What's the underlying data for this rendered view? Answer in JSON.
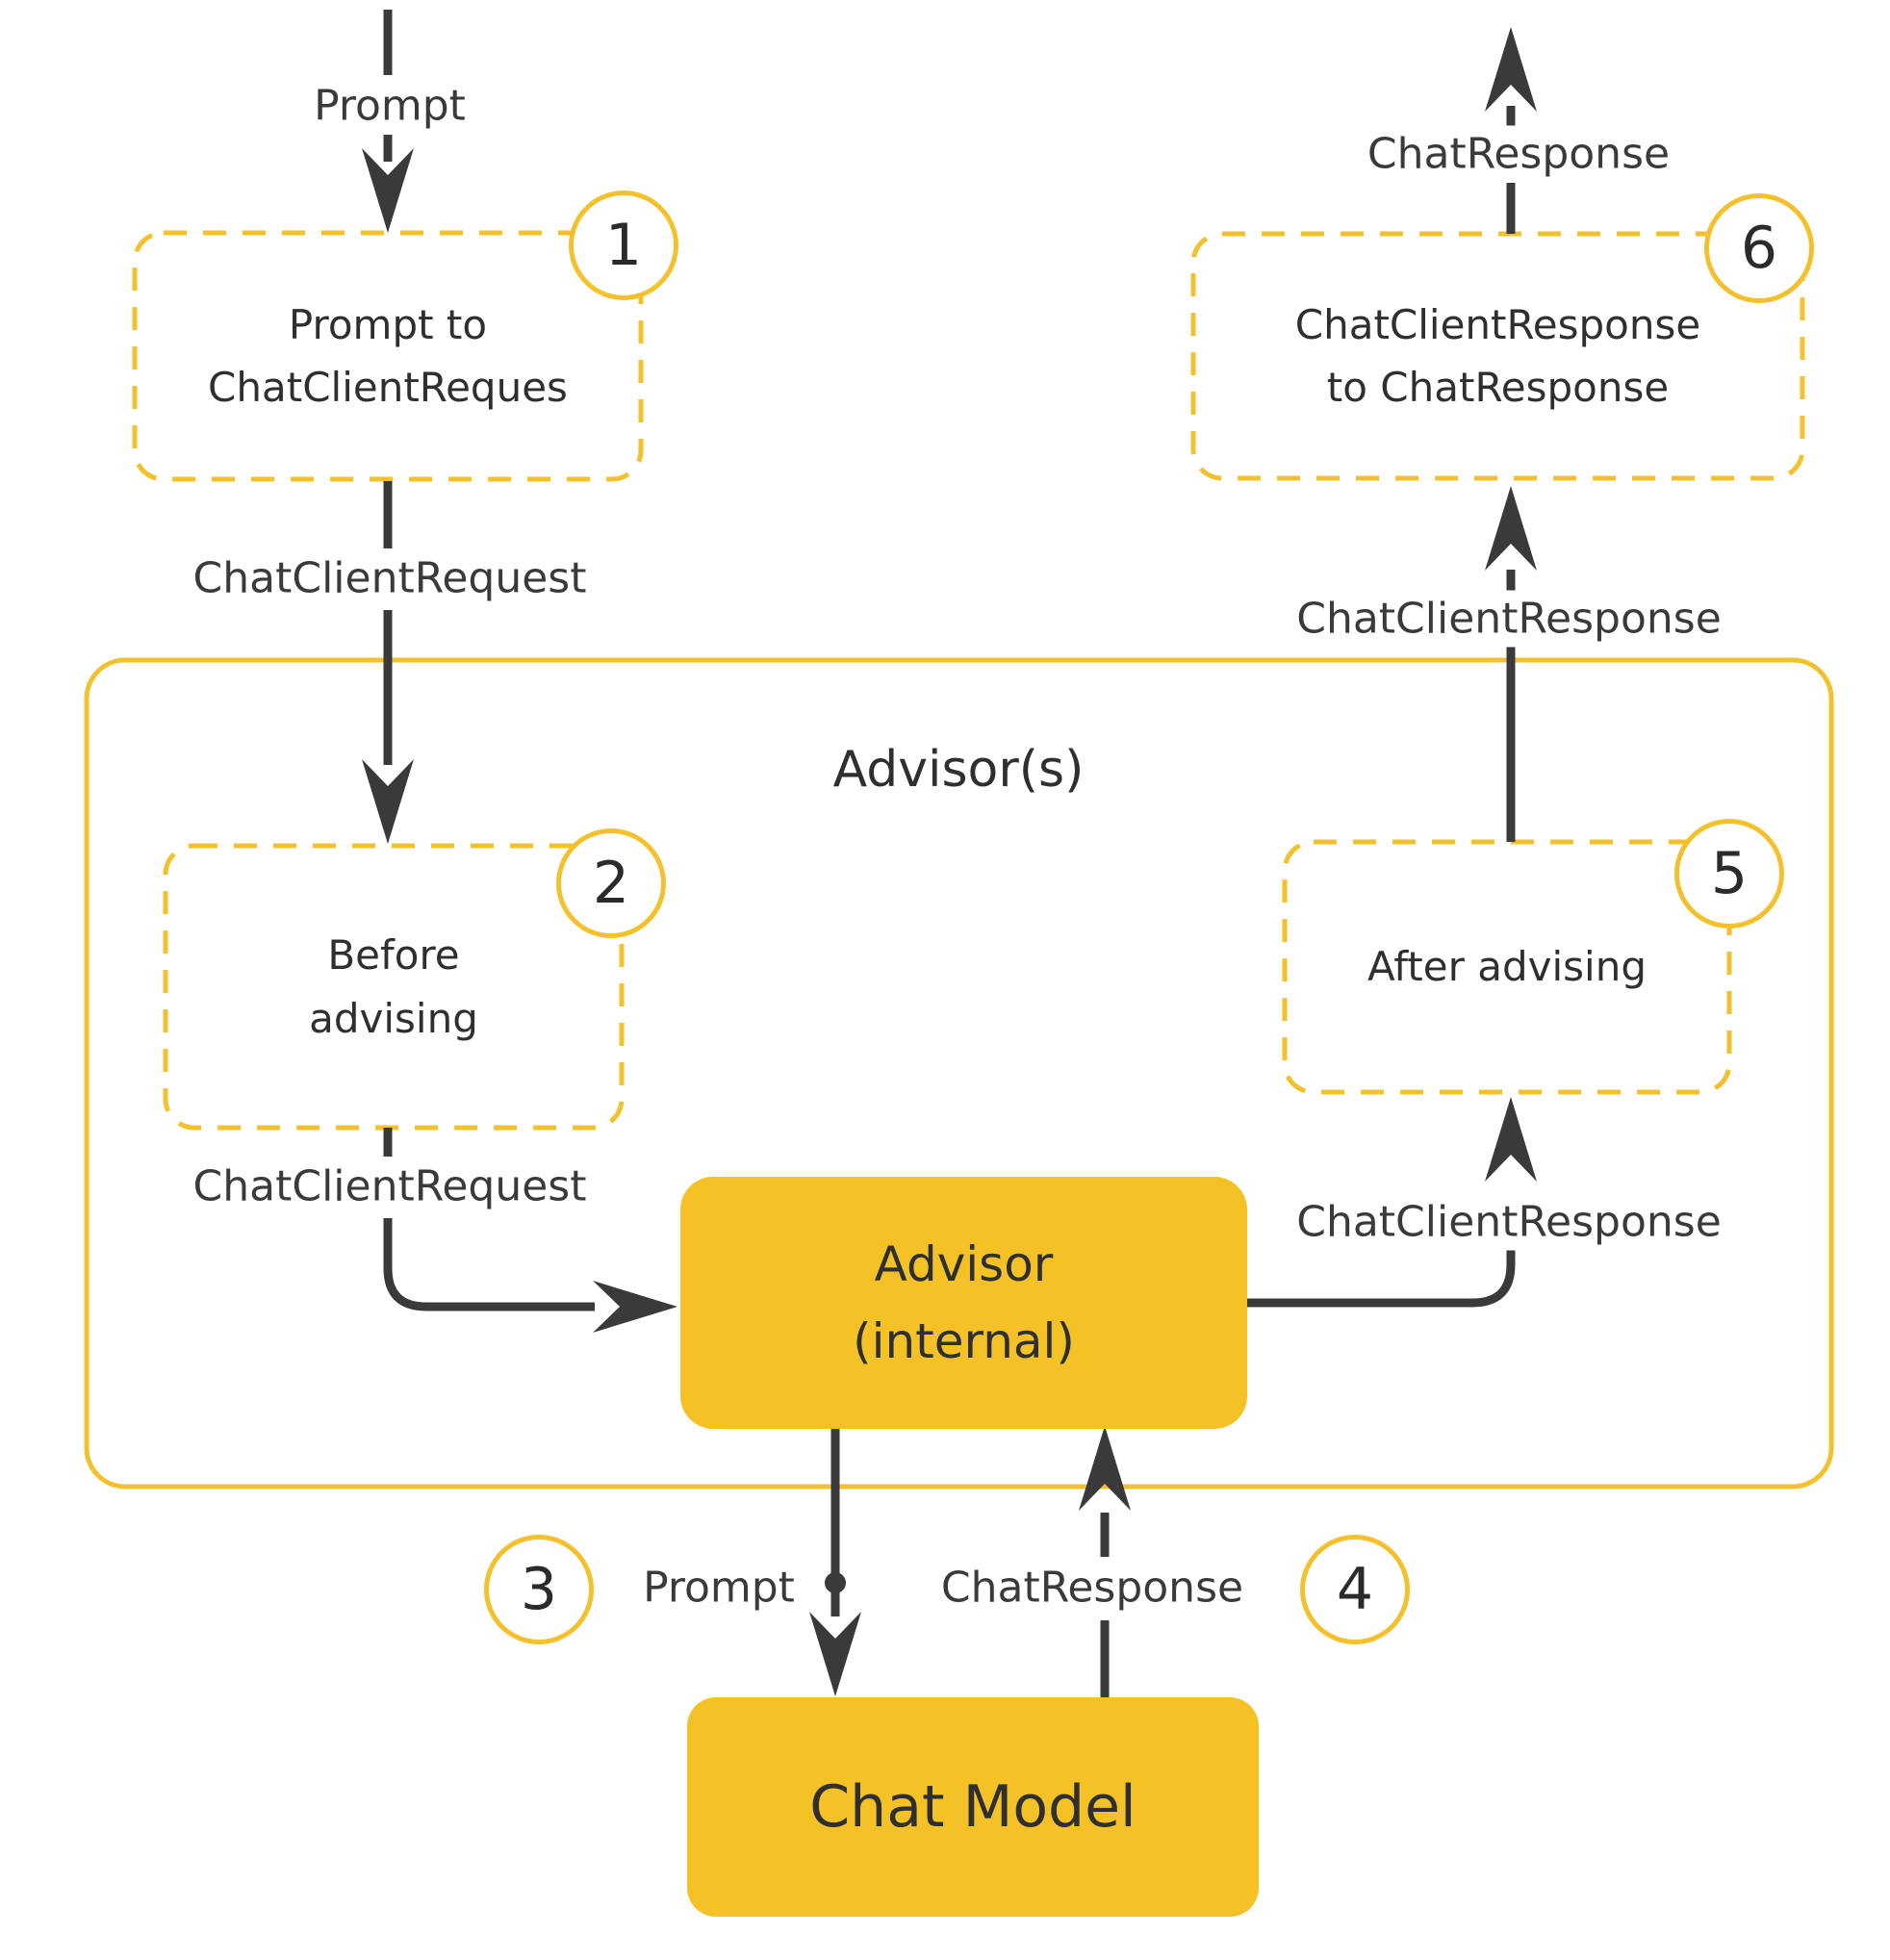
{
  "colors": {
    "yellow_stroke": "#F2C12D",
    "yellow_fill": "#F4C127",
    "line_dark": "#3A3A3A"
  },
  "flow": {
    "prompt_top": "Prompt",
    "step1": {
      "badge": "1",
      "line1": "Prompt to",
      "line2": "ChatClientReques"
    },
    "chat_client_request_1": "ChatClientRequest",
    "advisors_container": "Advisor(s)",
    "step2": {
      "badge": "2",
      "line1": "Before",
      "line2": "advising"
    },
    "chat_client_request_2": "ChatClientRequest",
    "advisor_internal": {
      "line1": "Advisor",
      "line2": "(internal)"
    },
    "chat_client_response_inner": "ChatClientResponse",
    "step5": {
      "badge": "5",
      "label": "After advising"
    },
    "chat_client_response_outer": "ChatClientResponse",
    "step6": {
      "badge": "6",
      "line1": "ChatClientResponse",
      "line2": "to ChatResponse"
    },
    "chat_response_top": "ChatResponse",
    "step3_badge": "3",
    "prompt_bottom": "Prompt",
    "chat_response_bottom": "ChatResponse",
    "step4_badge": "4",
    "chat_model": "Chat Model"
  }
}
